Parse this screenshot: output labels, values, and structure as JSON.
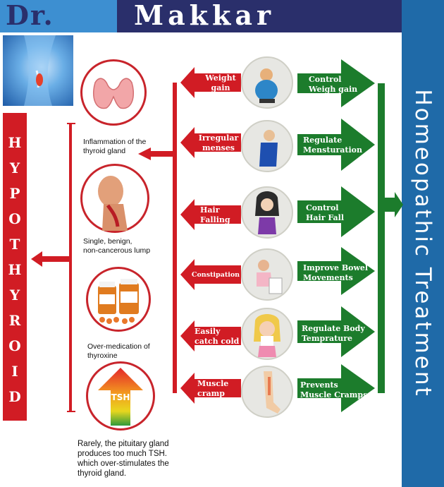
{
  "header": {
    "title_part1": "Dr.",
    "title_part2": "Makkar"
  },
  "side_title": "Homeopathic Treatment",
  "hypothyroid": {
    "letters": [
      "H",
      "Y",
      "P",
      "O",
      "T",
      "H",
      "Y",
      "R",
      "O",
      "I",
      "D"
    ]
  },
  "causes": [
    {
      "text": [
        "Inflammation of the",
        "thyroid gland"
      ],
      "icon": "thyroid-gland-icon"
    },
    {
      "text": [
        "Single, benign,",
        "non-cancerous lump"
      ],
      "icon": "throat-lump-icon"
    },
    {
      "text": [
        "Over-medication of",
        "thyroxine"
      ],
      "icon": "medicine-bottles-icon"
    },
    {
      "text": [
        "Rarely, the pituitary gland",
        "produces too much TSH.",
        "which over-stimulates the",
        "thyroid gland."
      ],
      "icon": "tsh-arrow-icon",
      "tsh_label": "TSH"
    }
  ],
  "rows": [
    {
      "symptom": [
        "Weight",
        "gain"
      ],
      "treatment": [
        "Control",
        "Weigh gain"
      ]
    },
    {
      "symptom": [
        "Irregular",
        "menses"
      ],
      "treatment": [
        "Regulate",
        "Mensturation"
      ]
    },
    {
      "symptom": [
        "Hair",
        "Falling"
      ],
      "treatment": [
        "Control",
        "Hair Fall"
      ]
    },
    {
      "symptom": [
        "Constipation"
      ],
      "treatment": [
        "Improve Bowel",
        "Movements"
      ]
    },
    {
      "symptom": [
        "Easily",
        "catch cold"
      ],
      "treatment": [
        "Regulate Body",
        "Temprature"
      ]
    },
    {
      "symptom": [
        "Muscle",
        "cramp"
      ],
      "treatment": [
        "Prevents",
        "Muscle Cramps"
      ]
    }
  ],
  "colors": {
    "red": "#d11c24",
    "green": "#1c7c2c",
    "blue": "#1f6aa8",
    "navy": "#2a2f6b"
  }
}
